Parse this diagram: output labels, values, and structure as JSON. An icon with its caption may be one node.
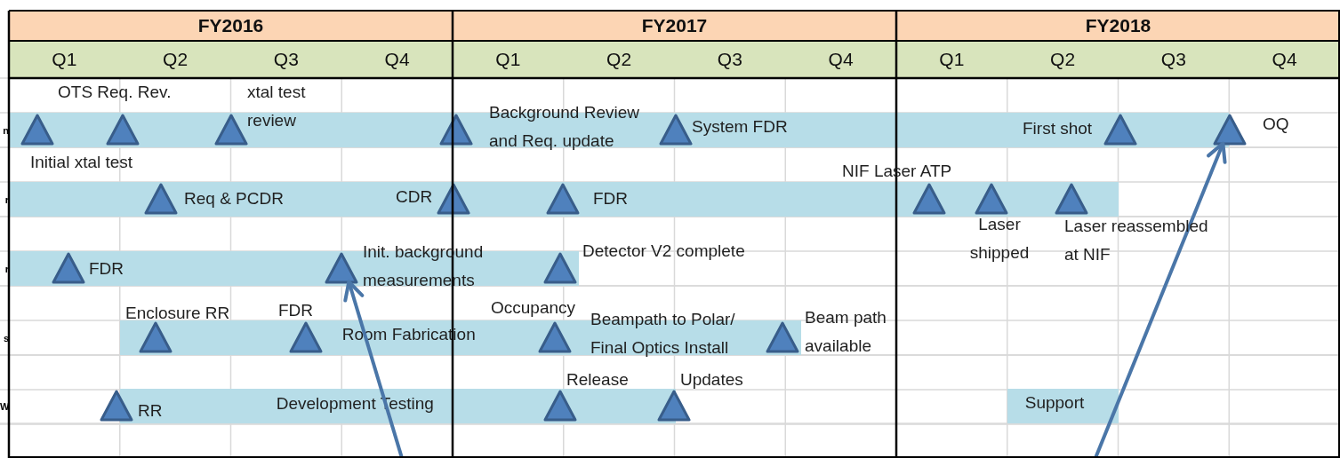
{
  "diagram": {
    "nodes": [
      {
        "text": [],
        "shape": "bar"
      },
      {
        "text": [],
        "shape": "triangle",
        "in": 0,
        "beside": [
          "Initial xtal test"
        ]
      },
      {
        "text": [],
        "shape": "triangle",
        "in": 0,
        "beside": [
          "OTS Req. Rev."
        ]
      },
      {
        "text": [],
        "shape": "triangle",
        "in": 0,
        "beside": [
          "xtal test review"
        ]
      },
      {
        "text": [],
        "shape": "triangle",
        "in": 0,
        "beside": [
          "Background Review and Req. update"
        ]
      },
      {
        "text": [],
        "shape": "triangle",
        "in": 0,
        "beside": [
          "System FDR"
        ]
      },
      {
        "text": [],
        "shape": "triangle",
        "in": 0,
        "beside": [
          "First shot"
        ]
      },
      {
        "text": [],
        "shape": "triangle",
        "beside": [
          "OQ"
        ]
      },
      {
        "text": [],
        "shape": "bar"
      },
      {
        "text": [],
        "shape": "triangle",
        "in": 8,
        "beside": [
          "Req & PCDR"
        ]
      },
      {
        "text": [],
        "shape": "triangle",
        "in": 8,
        "beside": [
          "CDR"
        ]
      },
      {
        "text": [],
        "shape": "triangle",
        "in": 8,
        "beside": [
          "FDR"
        ]
      },
      {
        "text": [],
        "shape": "triangle",
        "in": 8,
        "beside": [
          "NIF Laser ATP"
        ]
      },
      {
        "text": [],
        "shape": "triangle",
        "in": 8,
        "beside": [
          "Laser shipped"
        ]
      },
      {
        "text": [],
        "shape": "triangle",
        "in": 8,
        "beside": [
          "Laser reassembled at NIF"
        ]
      },
      {
        "text": [],
        "shape": "bar"
      },
      {
        "text": [],
        "shape": "triangle",
        "in": 15,
        "beside": [
          "FDR"
        ]
      },
      {
        "text": [],
        "shape": "triangle",
        "in": 15,
        "beside": [
          "Init. background measurements"
        ]
      },
      {
        "text": [],
        "shape": "triangle",
        "in": 15,
        "beside": [
          "Detector V2 complete"
        ]
      },
      {
        "text": [
          "Room Fabrication"
        ]
      },
      {
        "text": [],
        "shape": "triangle",
        "in": 19,
        "beside": [
          "Enclosure RR"
        ]
      },
      {
        "text": [],
        "shape": "triangle",
        "in": 19,
        "beside": [
          "FDR"
        ]
      },
      {
        "text": [],
        "shape": "triangle",
        "in": 19,
        "beside": [
          "Occupancy",
          "Beampath to Polar/ Final Optics Install"
        ]
      },
      {
        "text": [],
        "shape": "triangle",
        "in": 19,
        "beside": [
          "Beam path available"
        ]
      },
      {
        "text": [
          "Development Testing"
        ]
      },
      {
        "text": [],
        "shape": "triangle",
        "beside": [
          "RR"
        ]
      },
      {
        "text": [],
        "shape": "triangle",
        "in": 24,
        "beside": [
          "Release"
        ]
      },
      {
        "text": [],
        "shape": "triangle",
        "beside": [
          "Updates"
        ]
      },
      {
        "text": [
          "Support"
        ]
      }
    ],
    "edges": [
      {
        "from": null,
        "to": 17,
        "arrow": "to"
      },
      {
        "from": null,
        "to": 7,
        "arrow": "to"
      }
    ],
    "labels": [
      "FY2016",
      "FY2017",
      "FY2018",
      "Q1",
      "Q2",
      "Q3",
      "Q4",
      "Q1",
      "Q2",
      "Q3",
      "Q4",
      "Q1",
      "Q2",
      "Q3",
      "Q4",
      "n",
      "r",
      "r",
      "s",
      "W"
    ]
  }
}
